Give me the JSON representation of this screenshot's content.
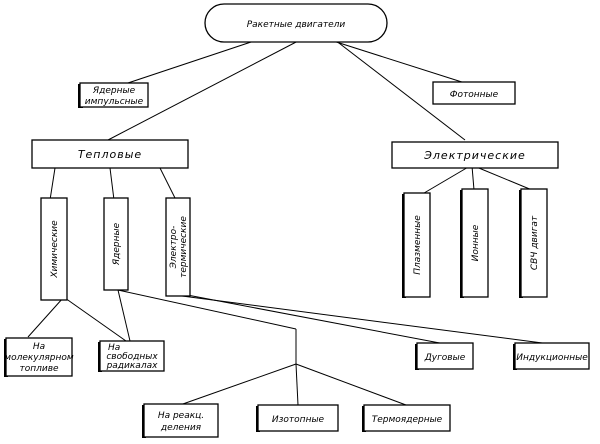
{
  "diagram": {
    "root": "Ракетные двигатели",
    "nuclear_impulse": [
      "Ядерные",
      "импульсные"
    ],
    "photon": "Фотонные",
    "thermal": "Тепловые",
    "electric": "Электрические",
    "chemical": "Химические",
    "nuclear": "Ядерные",
    "electrothermal": [
      "Электро-",
      "термические"
    ],
    "plasma": "Плазменные",
    "ion": "Ионные",
    "microwave": "СВЧ двигат",
    "molecular_fuel": [
      "На",
      "молекулярном",
      "топливе"
    ],
    "free_radicals": [
      "На",
      "свободных",
      "радикалах"
    ],
    "fission": [
      "На реакц.",
      "деления"
    ],
    "isotope": "Изотопные",
    "thermonuclear": "Термоядерные",
    "arc": "Дуговые",
    "induction": "Индукционные"
  }
}
